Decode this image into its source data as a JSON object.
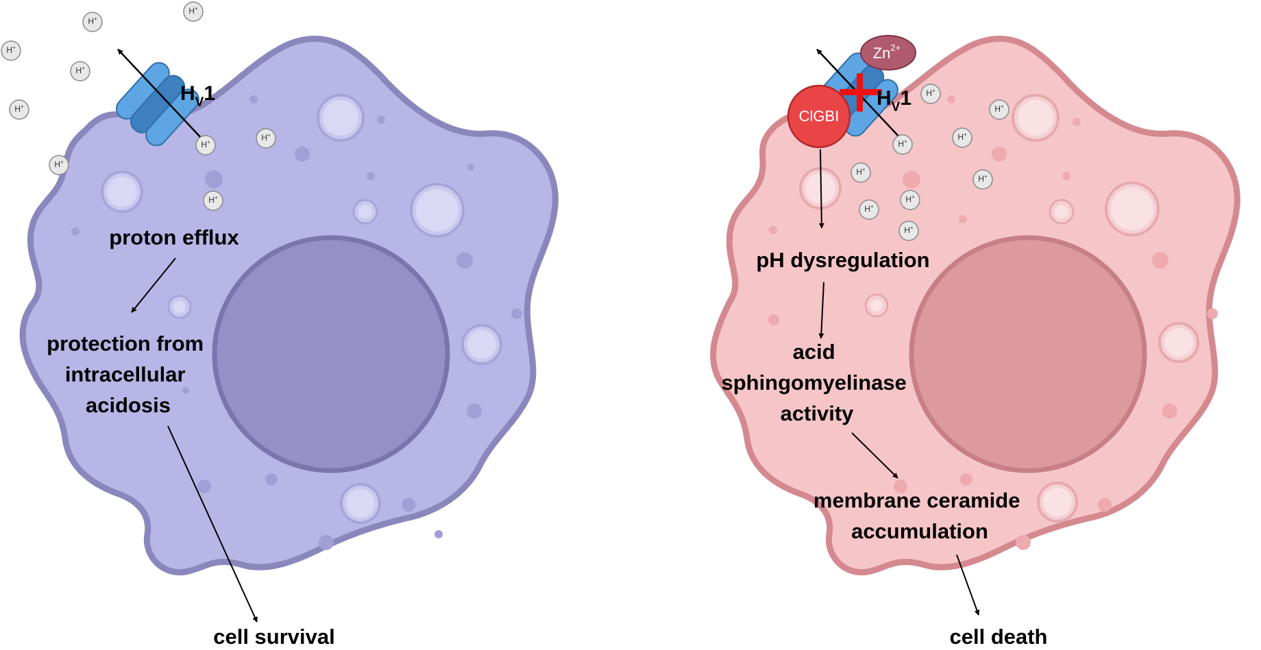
{
  "colors": {
    "left_cell_fill": "#b7b6e6",
    "left_cell_stroke": "#8a87bd",
    "left_nucleus_fill": "#9590c6",
    "left_nucleus_stroke": "#7a76ad",
    "right_cell_fill": "#f6c5c8",
    "right_cell_stroke": "#d4898f",
    "right_nucleus_fill": "#dc9a9f",
    "right_nucleus_stroke": "#c77f86",
    "channel_light": "#5da6e3",
    "channel_dark": "#3d7fbf",
    "zinc_fill": "#b05a70",
    "drug_fill": "#e94547",
    "block_mark": "#ee1111"
  },
  "ion": {
    "base": "H",
    "charge": "+"
  },
  "left_panel": {
    "channel": {
      "label_main": "H",
      "label_sub": "V",
      "label_tail": "1"
    },
    "labels": {
      "proton_efflux": "proton efflux",
      "protection_line1": "protection from",
      "protection_line2": "intracellular",
      "protection_line3": "acidosis",
      "outcome": "cell survival"
    }
  },
  "right_panel": {
    "channel": {
      "label_main": "H",
      "label_sub": "V",
      "label_tail": "1"
    },
    "zinc": {
      "base": "Zn",
      "charge": "2+"
    },
    "drug": "ClGBI",
    "labels": {
      "ph": "pH dysregulation",
      "acid_line1": "acid",
      "acid_line2": "sphingomyelinase",
      "acid_line3": "activity",
      "membrane_line1": "membrane ceramide",
      "membrane_line2": "accumulation",
      "outcome": "cell death"
    }
  }
}
